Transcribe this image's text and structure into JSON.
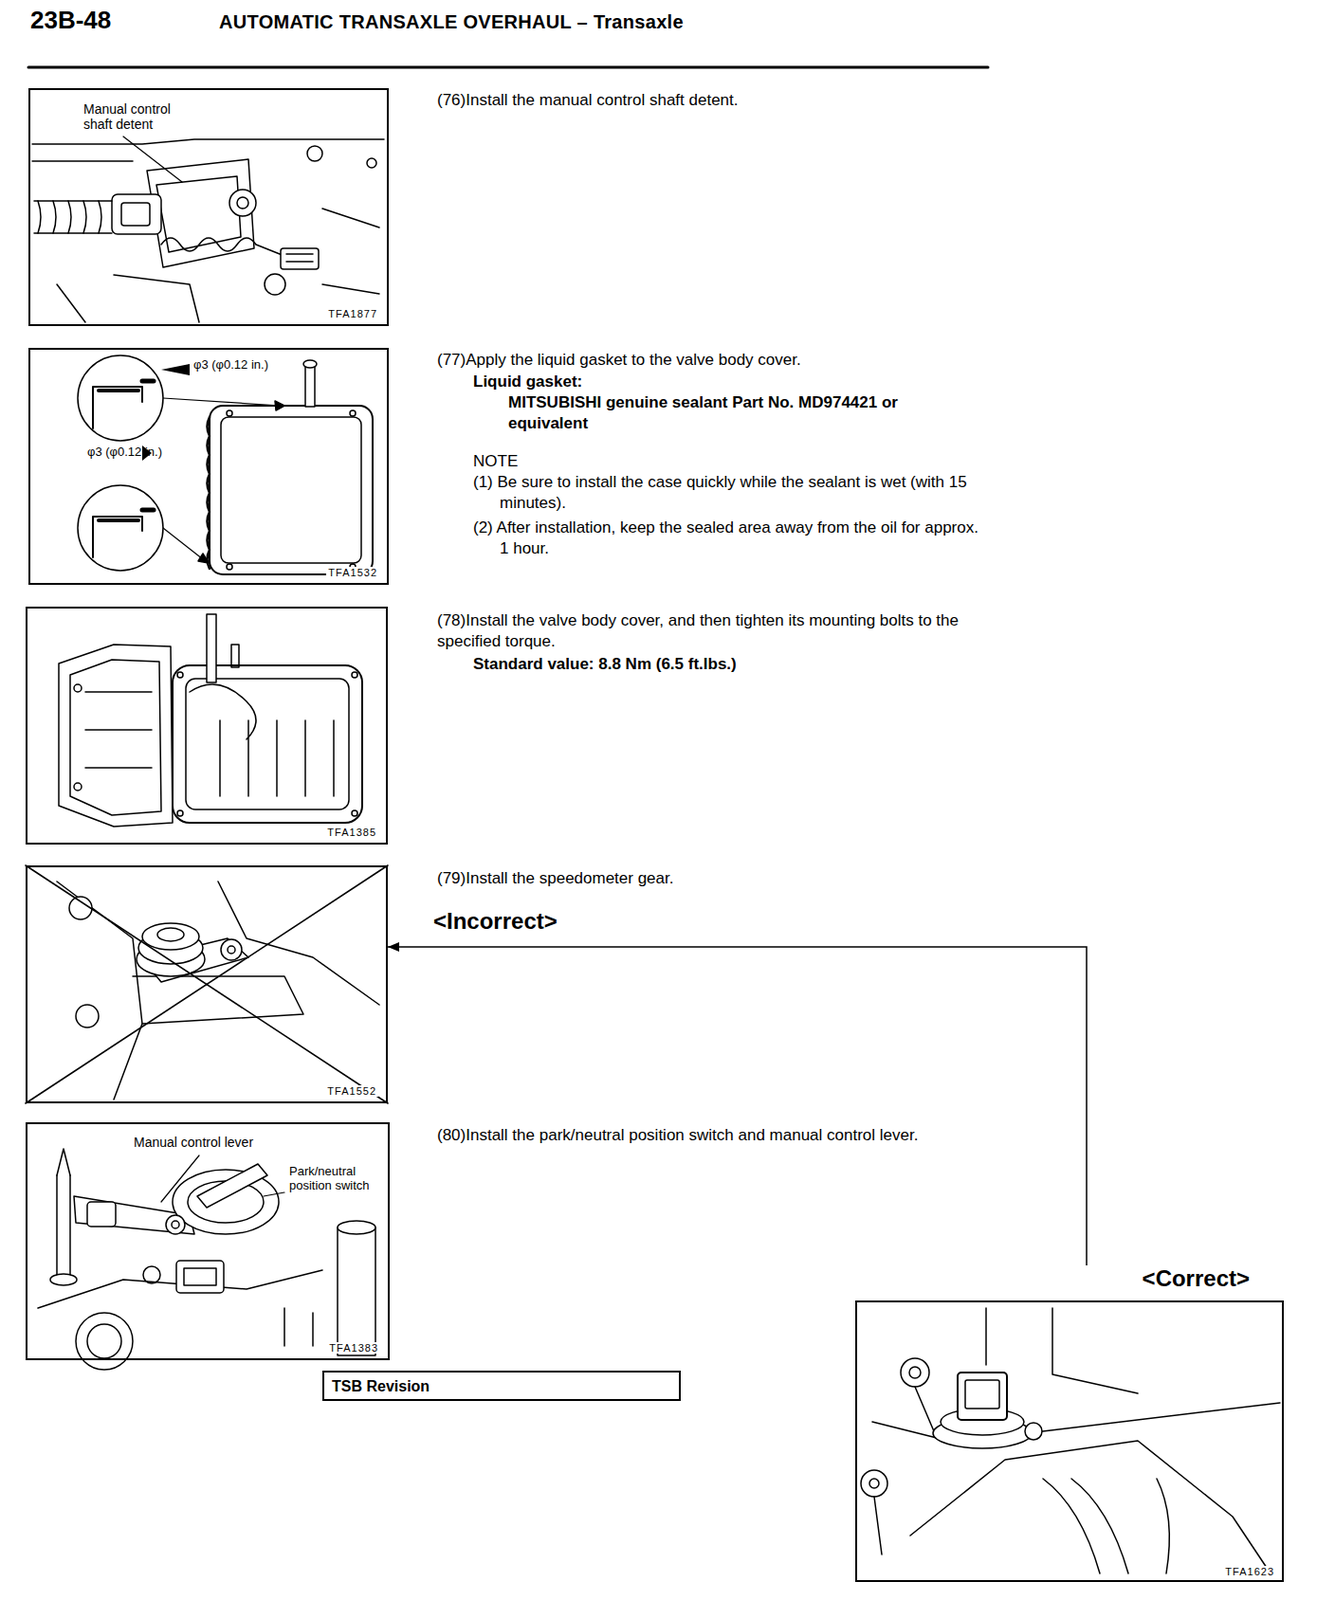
{
  "diagram": {
    "title": "AUTOMATIC TRANSAXLE OVERHAUL – Transaxle",
    "nodes": [
      {
        "text": [
          "Manual control shaft detent",
          "TFA1877"
        ]
      },
      {
        "text": [
          "φ3 (φ0.12 in.)",
          "φ3 (φ0.12 in.)",
          "TFA1532"
        ]
      },
      {
        "text": [
          "TFA1385"
        ]
      },
      {
        "text": [
          "TFA1552"
        ]
      },
      {
        "text": [
          "Manual control lever",
          "Park/neutral position switch",
          "TFA1383"
        ]
      },
      {
        "text": [
          "TSB Revision"
        ]
      },
      {
        "text": [
          "<Correct>",
          "TFA1623"
        ]
      }
    ],
    "edges": [
      {
        "from": 6,
        "to": 3,
        "arrow": "to"
      }
    ],
    "labels": [
      "23B-48",
      "(76)Install the manual control shaft detent.",
      "(77)Apply the liquid gasket to the valve body cover.",
      "Liquid gasket:",
      "MITSUBISHI genuine sealant Part No. MD974421 or equivalent",
      "NOTE",
      "(1) Be sure to install the case quickly while the sealant is wet (with 15 minutes).",
      "(2) After installation, keep the sealed area away from the oil for approx. 1 hour.",
      "(78)Install the valve body cover, and then tighten its mounting bolts to the specified torque.",
      "Standard value: 8.8 Nm (6.5 ft.lbs.)",
      "(79)Install the speedometer gear.",
      "<Incorrect>",
      "(80)Install the park/neutral position switch and manual control lever."
    ]
  }
}
